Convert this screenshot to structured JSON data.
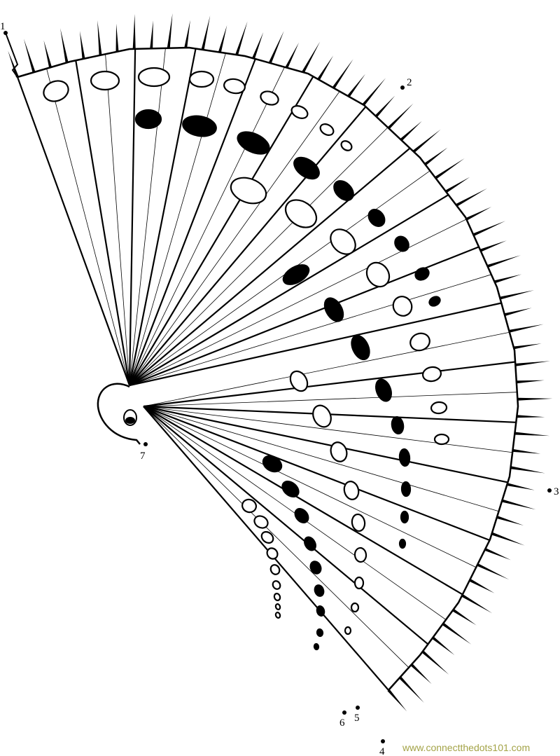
{
  "title": "Peacock dot-to-dot",
  "dots": [
    {
      "label": "1"
    },
    {
      "label": "2"
    },
    {
      "label": "3"
    },
    {
      "label": "4"
    },
    {
      "label": "5"
    },
    {
      "label": "6"
    },
    {
      "label": "7"
    }
  ],
  "watermark": "www.connectthedots101.com",
  "colors": {
    "line": "#000000",
    "watermark": "#a3a347"
  }
}
